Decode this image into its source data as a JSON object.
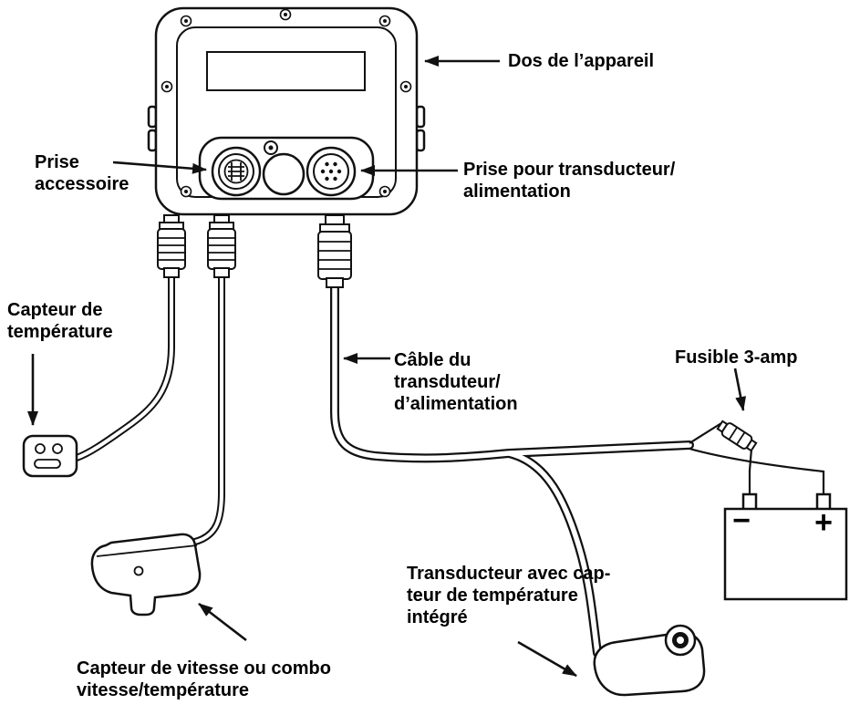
{
  "diagram": {
    "labels": {
      "back_of_unit": "Dos de l’appareil",
      "accessory_socket": "Prise\naccessoire",
      "transducer_power_socket": "Prise pour transducteur/\nalimentation",
      "temperature_sensor": "Capteur de\ntempérature",
      "power_cable": "Câble du\ntransduteur/\nd’alimentation",
      "fuse": "Fusible 3-amp",
      "transducer": "Transducteur avec cap-\nteur de température\nintégré",
      "speed_sensor": "Capteur de vitesse ou combo\nvitesse/température"
    },
    "battery": {
      "negative": "−",
      "positive": "+"
    },
    "colors": {
      "line": "#111111",
      "background": "#ffffff"
    }
  }
}
